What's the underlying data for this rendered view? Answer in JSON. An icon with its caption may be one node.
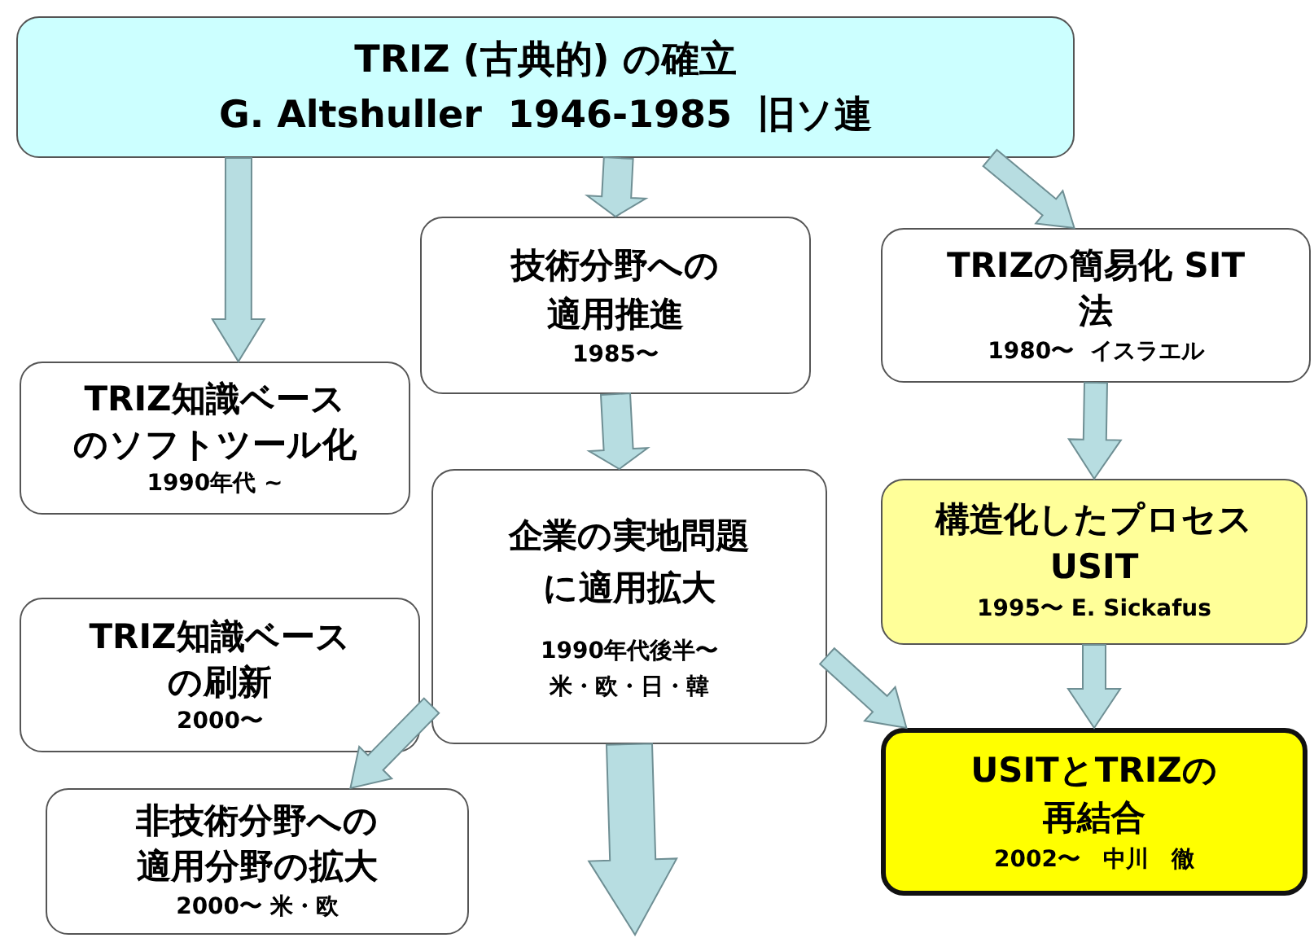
{
  "diagram": {
    "nodes": [
      {
        "text": [
          "TRIZ (古典的) の確立",
          "G. Altshuller  1946-1985  旧ソ連"
        ]
      },
      {
        "text": [
          "技術分野への適用推進",
          "1985〜"
        ]
      },
      {
        "text": [
          "TRIZ知識ベースのソフトツール化",
          "1990年代 ~"
        ]
      },
      {
        "text": [
          "TRIZの簡易化 SIT 法",
          "1980〜  イスラエル"
        ]
      },
      {
        "text": [
          "企業の実地問題に適用拡大",
          "1990年代後半〜米・欧・日・韓"
        ]
      },
      {
        "text": [
          "構造化したプロセス USIT",
          "1995〜 E. Sickafus"
        ]
      },
      {
        "text": [
          "TRIZ知識ベースの刷新",
          "2000〜"
        ]
      },
      {
        "text": [
          "非技術分野への適用分野の拡大",
          "2000〜 米・欧"
        ]
      },
      {
        "text": [
          "USITとTRIZの再結合",
          "2002〜　中川　徹"
        ]
      }
    ],
    "edges": [
      {
        "from": 0,
        "to": 2,
        "arrow": "to"
      },
      {
        "from": 0,
        "to": 1,
        "arrow": "to"
      },
      {
        "from": 0,
        "to": 3,
        "arrow": "to"
      },
      {
        "from": 1,
        "to": 4,
        "arrow": "to"
      },
      {
        "from": 3,
        "to": 5,
        "arrow": "to"
      },
      {
        "from": 5,
        "to": 8,
        "arrow": "to"
      },
      {
        "from": 4,
        "to": 8,
        "arrow": "to"
      },
      {
        "from": 4,
        "to": 7,
        "arrow": "to"
      },
      {
        "from": 4,
        "to": null,
        "arrow": "to"
      }
    ]
  }
}
